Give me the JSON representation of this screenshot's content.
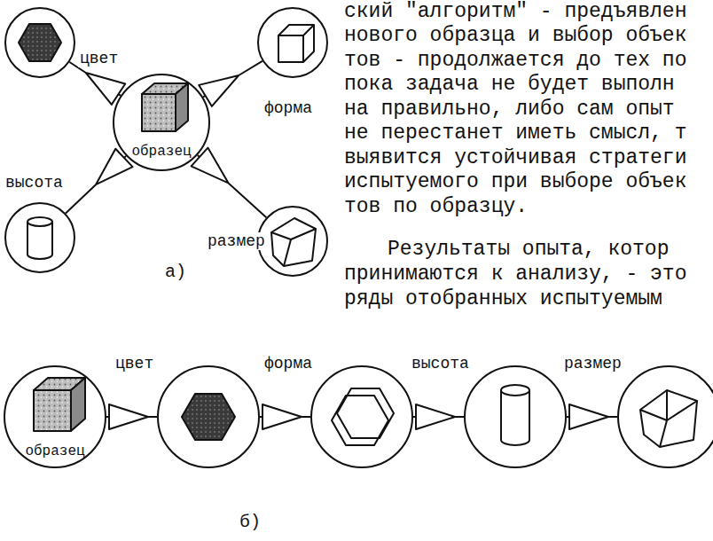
{
  "diagram": {
    "nodes": [
      {
        "text": [
          "образец"
        ]
      },
      {
        "text": []
      },
      {
        "text": []
      },
      {
        "text": []
      },
      {
        "text": []
      },
      {
        "text": [
          "образец"
        ]
      },
      {
        "text": []
      },
      {
        "text": []
      },
      {
        "text": []
      },
      {
        "text": []
      }
    ],
    "edges": [
      {
        "from": 0,
        "to": 1,
        "label": "цвет",
        "arrow": "to"
      },
      {
        "from": 0,
        "to": 2,
        "label": "форма",
        "arrow": "to"
      },
      {
        "from": 0,
        "to": 3,
        "label": "высота",
        "arrow": "to"
      },
      {
        "from": 0,
        "to": 4,
        "label": "размер",
        "arrow": "to"
      },
      {
        "from": 5,
        "to": 6,
        "label": "цвет",
        "arrow": "to"
      },
      {
        "from": 6,
        "to": 7,
        "label": "форма",
        "arrow": "to"
      },
      {
        "from": 7,
        "to": 8,
        "label": "высота",
        "arrow": "to"
      },
      {
        "from": 8,
        "to": 9,
        "label": "размер",
        "arrow": "to"
      }
    ],
    "labels": [
      "а)",
      "ский \"алгоритм\" - предъявлен",
      "нового образца и выбор объек",
      "тов - продолжается до тех по",
      "пока задача  не будет выполн",
      "на правильно, либо сам опыт",
      "не перестанет иметь смысл, т",
      "выявится устойчивая стратеги",
      "испытуемого при выборе объек",
      "тов по образцу.",
      "Результаты опыта, котор",
      "принимаются к анализу, - это",
      "ряды отобранных испытуемым",
      "б)"
    ]
  }
}
